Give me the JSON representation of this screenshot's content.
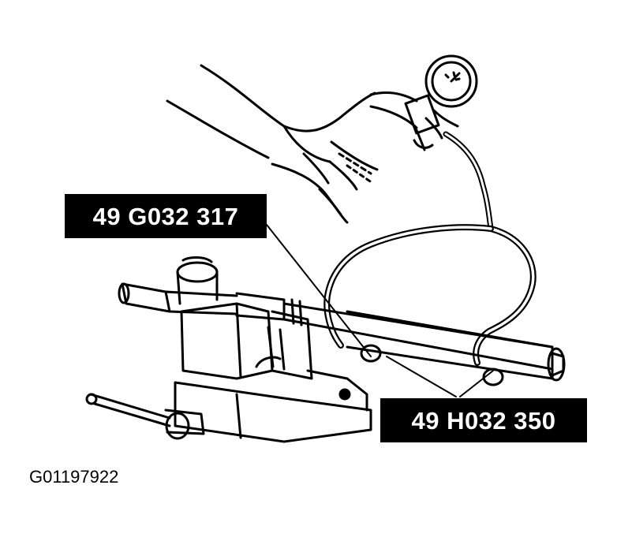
{
  "callouts": {
    "tool_1": "49 G032 317",
    "tool_2": "49 H032 350"
  },
  "figure_id": "G01197922",
  "icons": [
    "hand-icon",
    "pressure-gauge-icon",
    "hose-icon",
    "steering-gear-icon",
    "bench-vise-icon"
  ]
}
